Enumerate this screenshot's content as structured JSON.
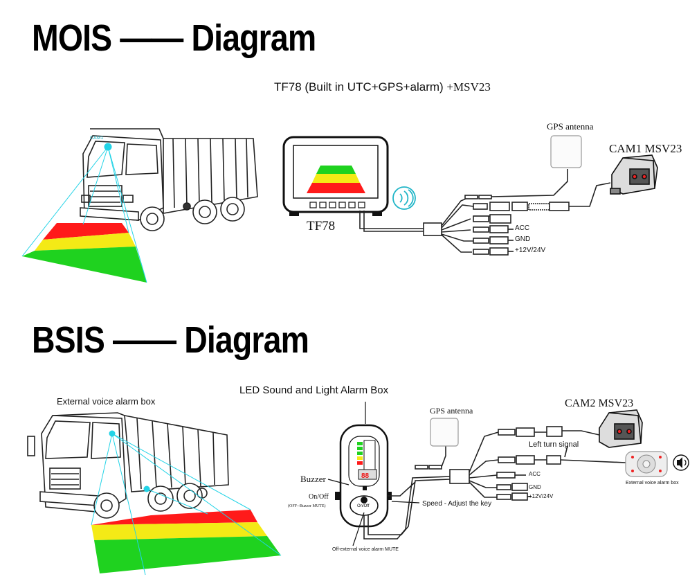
{
  "mois": {
    "heading": "MOIS —— Diagram",
    "subtitle_main": "TF78 (Built in UTC+GPS+alarm)",
    "subtitle_suffix": "+MSV23",
    "monitor_label": "TF78",
    "gps_label": "GPS antenna",
    "cam_label": "CAM1  MSV23",
    "acc": "ACC",
    "gnd": "GND",
    "power": "+12V/24V",
    "truck_cam_tag": "CAM1"
  },
  "bsis": {
    "heading": "BSIS —— Diagram",
    "ext_box_title": "External voice alarm box",
    "led_box_title": "LED Sound and Light Alarm Box",
    "gps_label": "GPS antenna",
    "cam_label": "CAM2    MSV23",
    "left_turn": "Left turn signal",
    "acc": "ACC",
    "gnd": "GND",
    "power": "+12V/24V",
    "buzzer": "Buzzer",
    "onoff": "On/Off",
    "buzzer_mute": "(OFF--Buzzer MUTE)",
    "speed": "Speed - Adjust the key",
    "off_ext": "Off-external voice alarm  MUTE",
    "ext_box_caption": "External voice alarm box",
    "knob_label": "On/Off"
  },
  "colors": {
    "zone_red": "#ff1a1a",
    "zone_yellow": "#f4ea16",
    "zone_green": "#1fd21f",
    "beam": "#22d3e6"
  }
}
